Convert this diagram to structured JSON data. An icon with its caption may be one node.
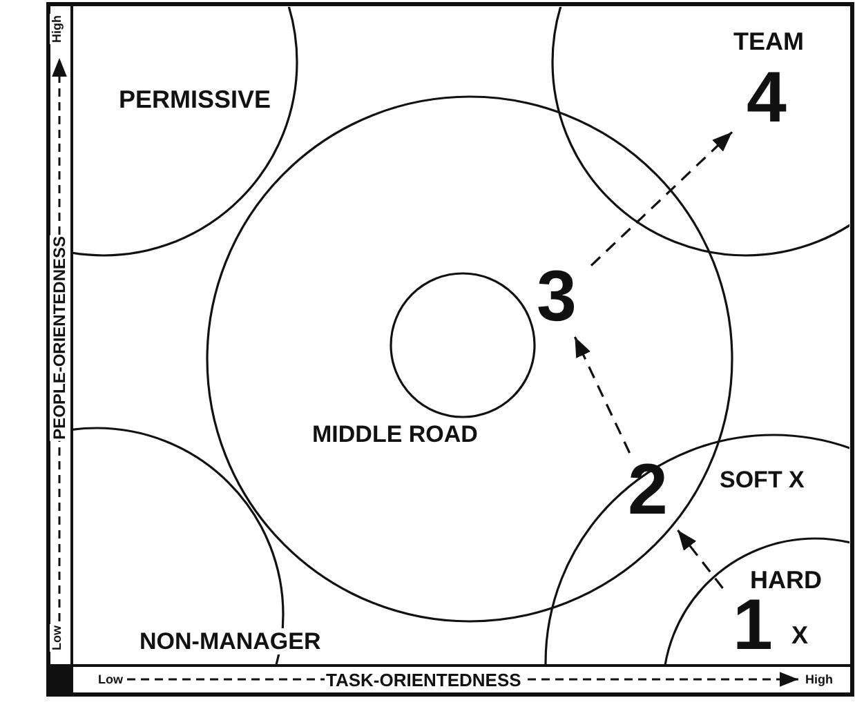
{
  "diagram": {
    "nodes": [
      {
        "text": [
          "1"
        ]
      },
      {
        "text": [
          "2"
        ]
      },
      {
        "text": [
          "3"
        ]
      },
      {
        "text": [
          "4"
        ]
      }
    ],
    "edges": [
      {
        "from": 0,
        "to": 1,
        "arrow": "to",
        "style": "dashed"
      },
      {
        "from": 1,
        "to": 2,
        "arrow": "to",
        "style": "dashed"
      },
      {
        "from": 2,
        "to": 3,
        "arrow": "to",
        "style": "dashed"
      }
    ],
    "labels": [
      "High",
      "PEOPLE-ORIENTEDNESS",
      "Low",
      "PERMISSIVE",
      "TEAM",
      "MIDDLE ROAD",
      "SOFT X",
      "HARD",
      "X",
      "NON-MANAGER",
      "Low",
      "TASK-ORIENTEDNESS",
      "High"
    ]
  }
}
